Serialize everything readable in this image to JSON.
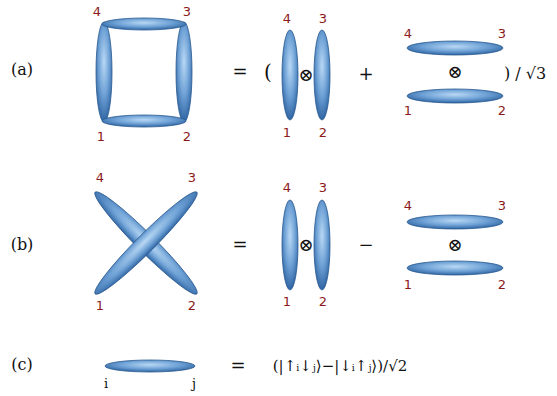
{
  "diagram": {
    "labels": [
      "(a)",
      "4",
      "3",
      "1",
      "2",
      "=",
      "(",
      "4",
      "3",
      "⊗",
      "+",
      "4",
      "3",
      "⊗",
      ") / √3",
      "1",
      "2",
      "1",
      "2",
      "(b)",
      "4",
      "3",
      "=",
      "4",
      "3",
      "−",
      "4",
      "3",
      "⊗",
      "⊗",
      "1",
      "2",
      "1",
      "2",
      "1",
      "2",
      "(c)",
      "=",
      "(|↑ᵢ↓ⱼ⟩−|↓ᵢ↑ⱼ⟩)/√2",
      "i",
      "j"
    ]
  }
}
